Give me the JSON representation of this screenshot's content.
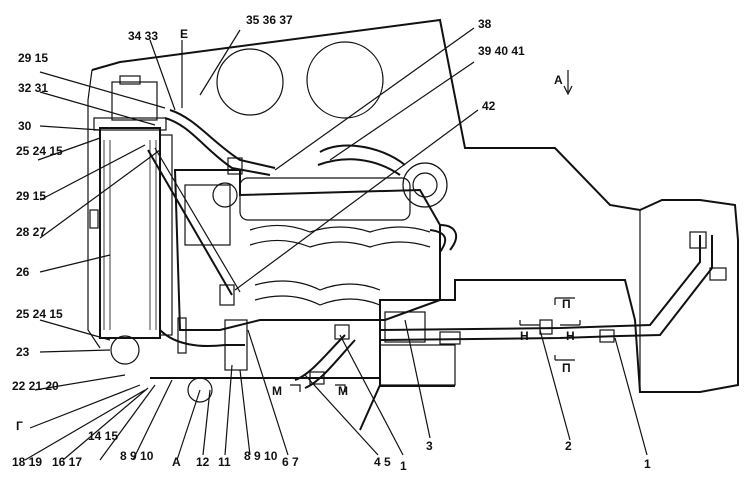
{
  "colors": {
    "line": "#111111",
    "background": "#ffffff"
  },
  "callouts": {
    "c1": "1",
    "c2": "2",
    "c3": "3",
    "c4_5": "4 5",
    "c6_7": "6 7",
    "c8_9_10_a": "8 9 10",
    "c8_9_10_b": "8 9 10",
    "c11": "11",
    "c12": "12",
    "c14_15": "14 15",
    "c16_17": "16 17",
    "c18_19": "18 19",
    "c20_21_22": "22 21 20",
    "c23": "23",
    "c25_24_15_a": "25 24 15",
    "c25_24_15_b": "25 24 15",
    "c26": "26",
    "c28_27": "28 27",
    "c29_15_a": "29 15",
    "c29_15_b": "29 15",
    "c30": "30",
    "c32_31": "32 31",
    "c34_33": "34 33",
    "c35_36_37": "35 36 37",
    "c38": "38",
    "c39_40_41": "39 40 41",
    "c42": "42"
  },
  "view_letters": {
    "E": "E",
    "A_view": "A",
    "A_lower": "А",
    "G": "Г",
    "M_left": "М",
    "M_right": "М",
    "P_top": "П",
    "P_bottom": "П",
    "N_left": "Н",
    "N_right": "Н"
  }
}
